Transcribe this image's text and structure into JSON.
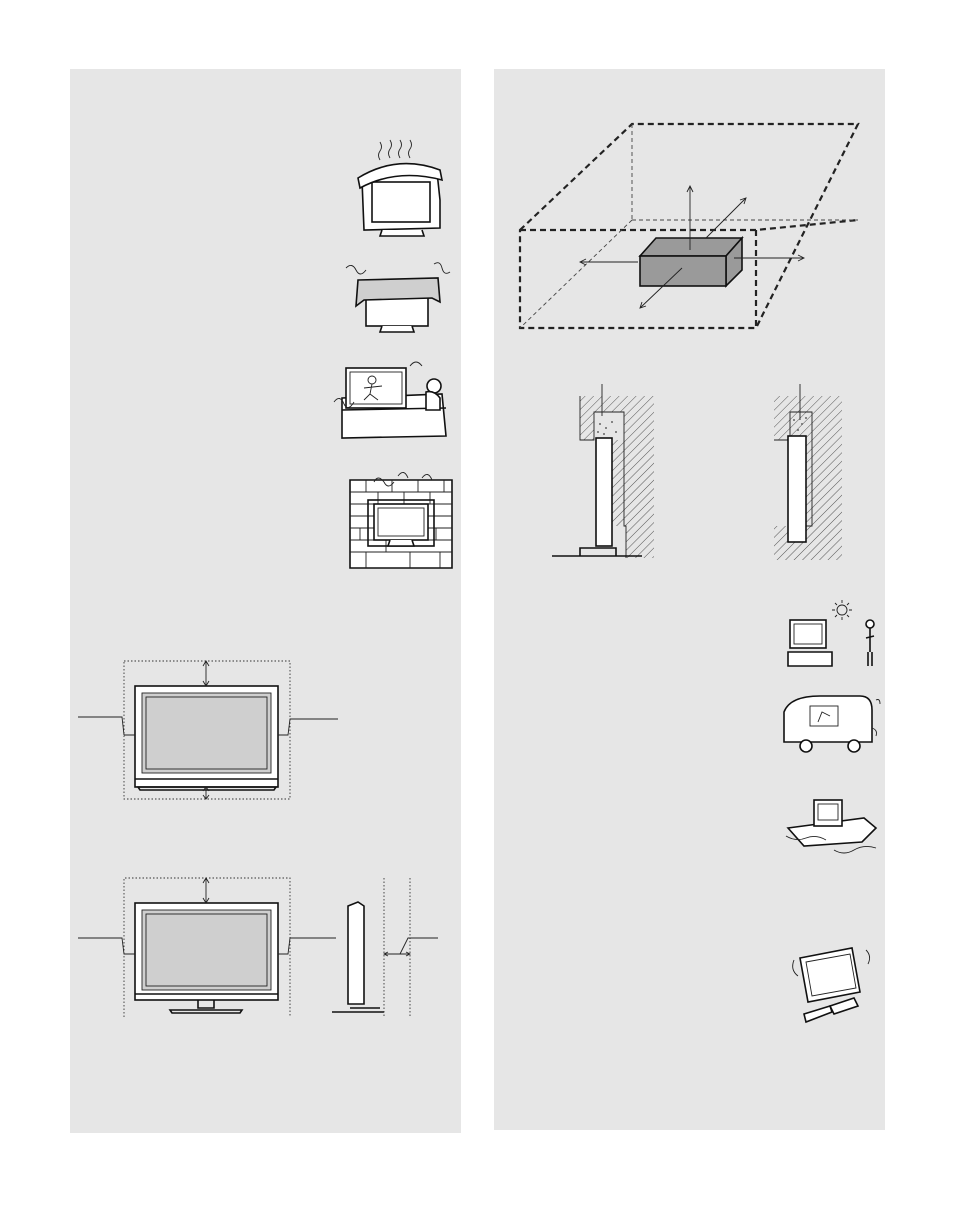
{
  "page": {
    "panels": [
      "left-illustration-panel",
      "right-illustration-panel"
    ]
  },
  "illustrations": {
    "left": [
      "covered-tv-heat-icon",
      "cloth-covered-tv-icon",
      "tv-on-sofa-icon",
      "tv-in-brick-wall-icon",
      "tv-stand-clearance-diagram",
      "wall-mount-clearance-diagram"
    ],
    "right": [
      "ventilation-box-diagram",
      "stand-recess-cross-section",
      "wall-recess-cross-section",
      "outdoor-sun-icon",
      "vehicle-tv-icon",
      "boat-tv-icon",
      "unstable-tv-icon"
    ]
  },
  "colors": {
    "panel": "#e6e6e6",
    "line": "#111111",
    "screen": "#cfcfcf"
  }
}
